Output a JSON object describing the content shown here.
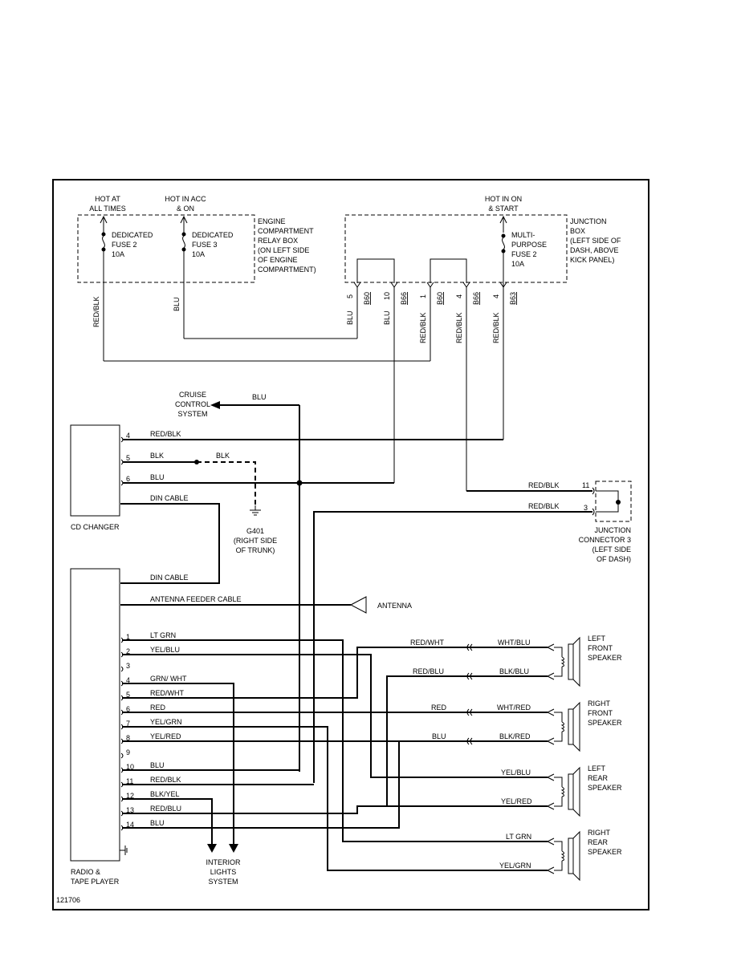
{
  "diagram_id": "121706",
  "power_sources": {
    "hot_at_all_times": "HOT AT\nALL TIMES",
    "hot_in_acc_on": "HOT IN ACC\n& ON",
    "hot_in_on_start": "HOT IN ON\n& START"
  },
  "fuses": {
    "dedicated_fuse_2": "DEDICATED\nFUSE 2\n10A",
    "dedicated_fuse_3": "DEDICATED\nFUSE 3\n10A",
    "multi_purpose_fuse_2": "MULTI-\nPURPOSE\nFUSE 2\n10A"
  },
  "boxes": {
    "engine_relay_box": "ENGINE\nCOMPARTMENT\nRELAY BOX\n(ON LEFT SIDE\nOF ENGINE\nCOMPARTMENT)",
    "junction_box": "JUNCTION\nBOX\n(LEFT SIDE OF\nDASH, ABOVE\nKICK PANEL)"
  },
  "connector_pins": [
    {
      "pin": "5",
      "conn": "B60"
    },
    {
      "pin": "10",
      "conn": "B66"
    },
    {
      "pin": "1",
      "conn": "B60"
    },
    {
      "pin": "4",
      "conn": "B66"
    },
    {
      "pin": "4",
      "conn": "B63"
    }
  ],
  "vertical_wire_labels": [
    "RED/BLK",
    "BLU",
    "BLU",
    "BLU",
    "RED/BLK",
    "RED/BLK",
    "RED/BLK"
  ],
  "cruise": {
    "label": "CRUISE\nCONTROL\nSYSTEM",
    "wire": "BLU"
  },
  "cd_changer": {
    "label": "CD CHANGER",
    "pins": [
      {
        "pin": "4",
        "wire": "RED/BLK"
      },
      {
        "pin": "5",
        "wire": "BLK"
      },
      {
        "pin": "6",
        "wire": "BLU"
      }
    ],
    "blk_wire": "BLK",
    "din_cable": "DIN CABLE"
  },
  "ground": {
    "label": "G401\n(RIGHT SIDE\nOF TRUNK)"
  },
  "junction_connector": {
    "label": "JUNCTION\nCONNECTOR 3\n(LEFT SIDE\nOF DASH)",
    "pins": [
      {
        "pin": "11",
        "wire": "RED/BLK"
      },
      {
        "pin": "3",
        "wire": "RED/BLK"
      }
    ]
  },
  "radio": {
    "label": "RADIO &\nTAPE PLAYER",
    "din_cable": "DIN CABLE",
    "antenna_cable": "ANTENNA FEEDER CABLE",
    "pins": [
      {
        "pin": "1",
        "wire": "LT GRN"
      },
      {
        "pin": "2",
        "wire": "YEL/BLU"
      },
      {
        "pin": "3",
        "wire": ""
      },
      {
        "pin": "4",
        "wire": "GRN/ WHT"
      },
      {
        "pin": "5",
        "wire": "RED/WHT"
      },
      {
        "pin": "6",
        "wire": "RED"
      },
      {
        "pin": "7",
        "wire": "YEL/GRN"
      },
      {
        "pin": "8",
        "wire": "YEL/RED"
      },
      {
        "pin": "9",
        "wire": ""
      },
      {
        "pin": "10",
        "wire": "BLU"
      },
      {
        "pin": "11",
        "wire": "RED/BLK"
      },
      {
        "pin": "12",
        "wire": "BLK/YEL"
      },
      {
        "pin": "13",
        "wire": "RED/BLU"
      },
      {
        "pin": "14",
        "wire": "BLU"
      }
    ]
  },
  "antenna": "ANTENNA",
  "interior_lights": "INTERIOR\nLIGHTS\nSYSTEM",
  "speakers": [
    {
      "name": "LEFT\nFRONT\nSPEAKER",
      "in_left": "RED/WHT",
      "in_right": "WHT/BLU",
      "out_left": "RED/BLU",
      "out_right": "BLK/BLU"
    },
    {
      "name": "RIGHT\nFRONT\nSPEAKER",
      "in_left": "RED",
      "in_right": "WHT/RED",
      "out_left": "BLU",
      "out_right": "BLK/RED"
    },
    {
      "name": "LEFT\nREAR\nSPEAKER",
      "top_wire": "YEL/BLU",
      "bottom_wire": "YEL/RED"
    },
    {
      "name": "RIGHT\nREAR\nSPEAKER",
      "top_wire": "LT GRN",
      "bottom_wire": "YEL/GRN"
    }
  ]
}
